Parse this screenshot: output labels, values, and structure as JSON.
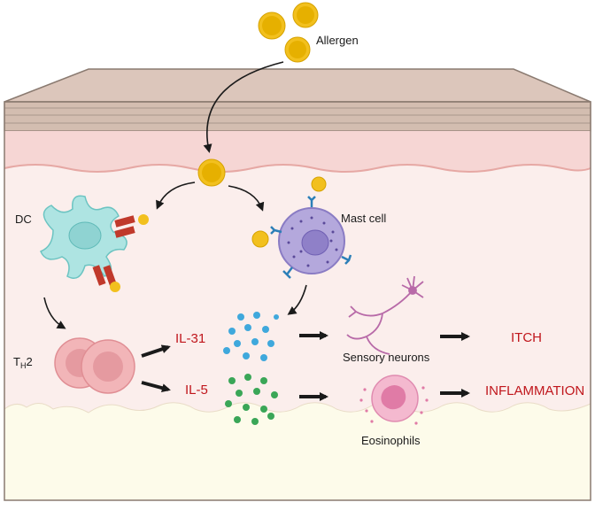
{
  "labels": {
    "allergen": "Allergen",
    "dc": "DC",
    "mast_cell": "Mast cell",
    "th2_main": "T",
    "th2_sub": "H",
    "th2_suffix": "2",
    "il31": "IL-31",
    "il5": "IL-5",
    "sensory_neurons": "Sensory neurons",
    "eosinophils": "Eosinophils",
    "itch": "ITCH",
    "inflammation": "INFLAMMATION"
  },
  "colors": {
    "skin_top": "#dcc6bb",
    "skin_stratum": "#d5bfb3",
    "epidermis": "#f6d6d4",
    "dermis": "#fbeeec",
    "subcutis": "#fdfbea",
    "allergen": "#f2c01e",
    "dc_cell": "#aee4e2",
    "mast_cell": "#b4a8dc",
    "th2_cell": "#f2b5b8",
    "il31_dots": "#3fa8dc",
    "il5_dots": "#3aa657",
    "neuron": "#b86aa8",
    "eosinophil": "#f0a0c0",
    "label_red": "#c0161c",
    "antibody": "#c0392b"
  }
}
